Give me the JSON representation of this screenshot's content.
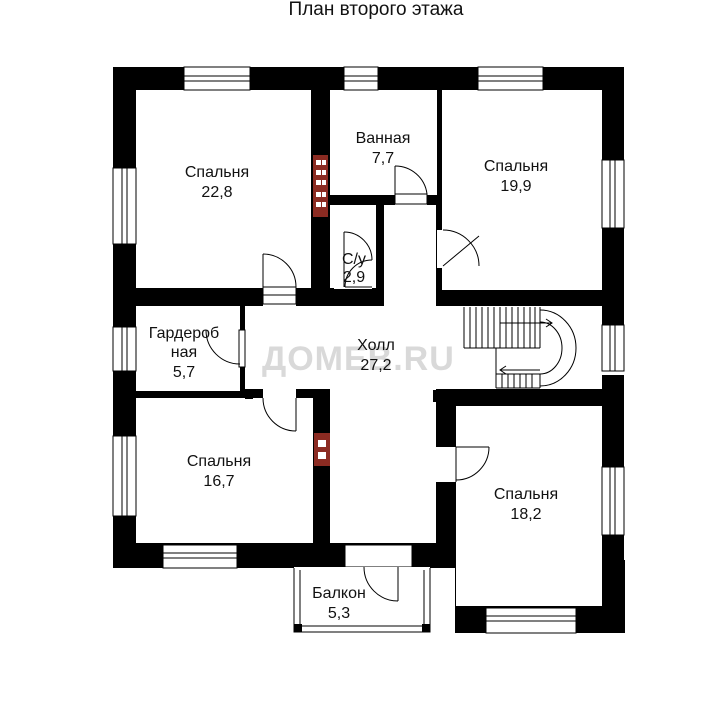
{
  "title": "План второго этажа",
  "watermark": "ДОМЕВ.RU",
  "colors": {
    "wall": "#000000",
    "floor": "#ffffff",
    "chimney": "#8b2b22",
    "text": "#111111",
    "watermark": "#d9d9d9"
  },
  "rooms": {
    "bedroom_nw": {
      "name": "Спальня",
      "area": "22,8"
    },
    "bathroom": {
      "name": "Ванная",
      "area": "7,7"
    },
    "wc": {
      "name": "С/у",
      "area": "2,9"
    },
    "bedroom_ne": {
      "name": "Спальня",
      "area": "19,9"
    },
    "wardrobe": {
      "name_line1": "Гардероб",
      "name_line2": "ная",
      "area": "5,7"
    },
    "hall": {
      "name": "Холл",
      "area": "27,2"
    },
    "bedroom_sw": {
      "name": "Спальня",
      "area": "16,7"
    },
    "bedroom_se": {
      "name": "Спальня",
      "area": "18,2"
    },
    "balcony": {
      "name": "Балкон",
      "area": "5,3"
    }
  }
}
